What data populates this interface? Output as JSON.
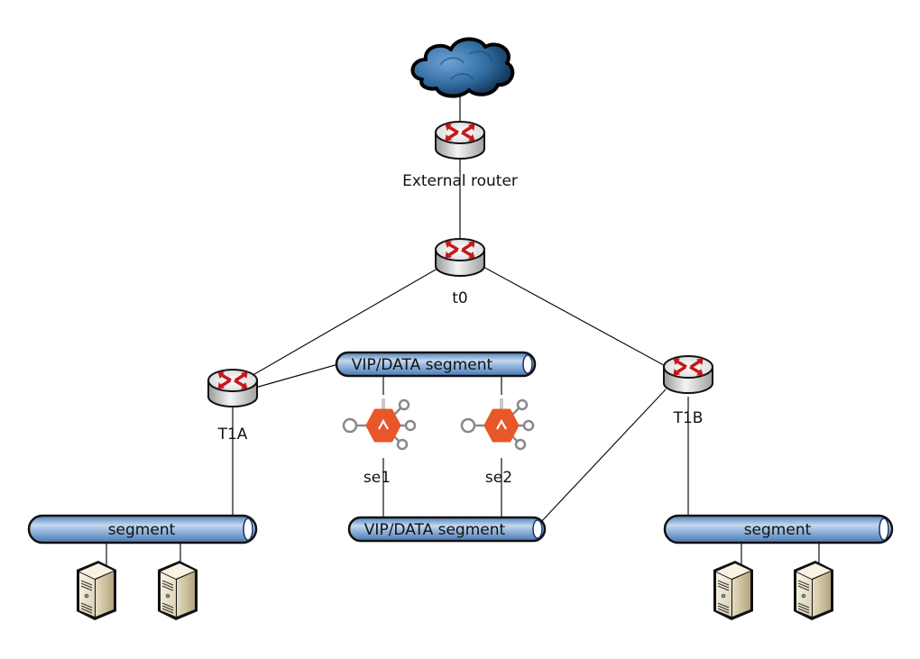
{
  "diagram": {
    "cloud": {
      "label": ""
    },
    "routers": [
      {
        "id": "external",
        "label": "External router"
      },
      {
        "id": "t0",
        "label": "t0"
      },
      {
        "id": "t1a",
        "label": "T1A"
      },
      {
        "id": "t1b",
        "label": "T1B"
      }
    ],
    "segments": [
      {
        "id": "vip-top",
        "label": "VIP/DATA segment"
      },
      {
        "id": "vip-bottom",
        "label": "VIP/DATA segment"
      },
      {
        "id": "seg-left",
        "label": "segment"
      },
      {
        "id": "seg-right",
        "label": "segment"
      }
    ],
    "service_engines": [
      {
        "id": "se1",
        "label": "se1",
        "glyph": "^"
      },
      {
        "id": "se2",
        "label": "se2",
        "glyph": "^"
      }
    ],
    "servers": [
      {
        "id": "srv-l1"
      },
      {
        "id": "srv-l2"
      },
      {
        "id": "srv-r1"
      },
      {
        "id": "srv-r2"
      }
    ],
    "colors": {
      "pipe": "#7aa6d6",
      "se_orange": "#e8572a",
      "arrow_red": "#d0201c",
      "cloud": "#2e6a9e"
    }
  }
}
